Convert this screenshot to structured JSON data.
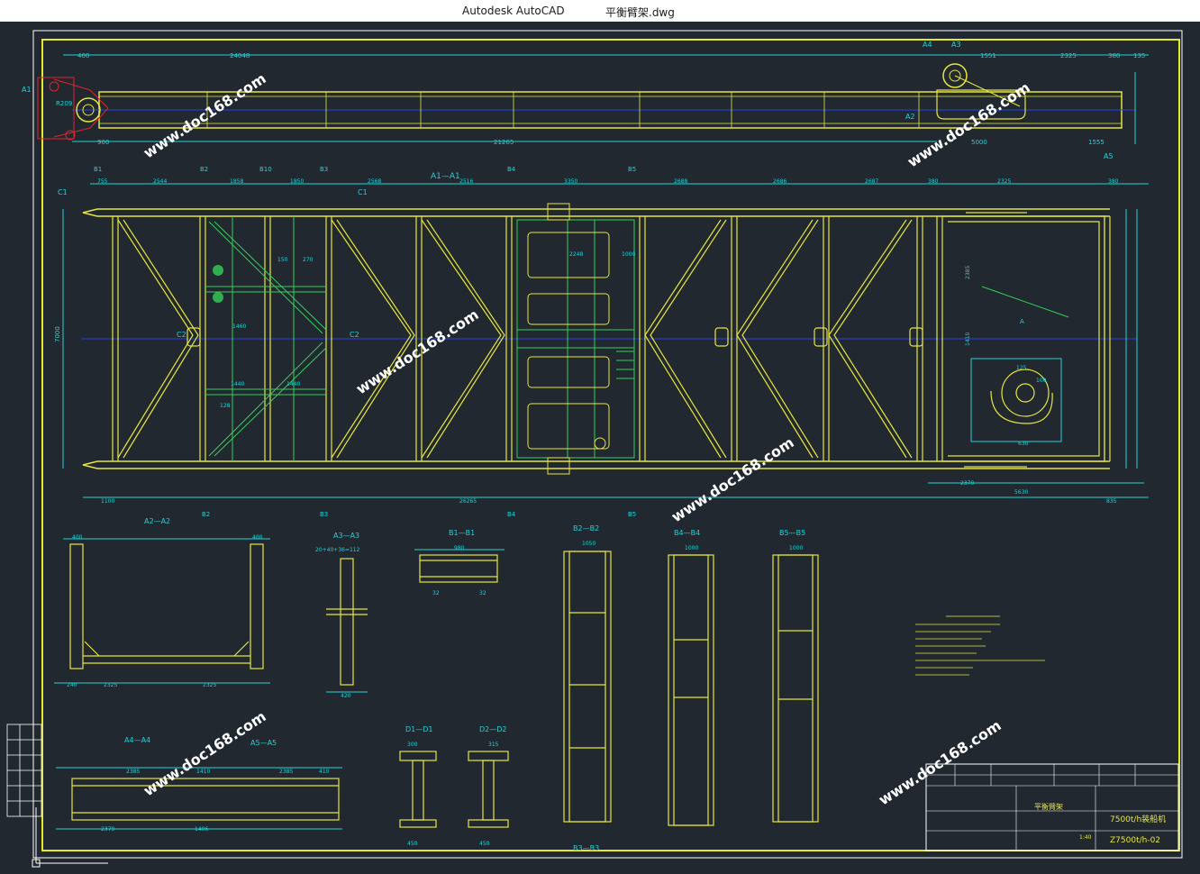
{
  "window": {
    "app_name": "Autodesk AutoCAD",
    "file_name": "平衡臂架.dwg"
  },
  "drawing": {
    "top_view": {
      "labels": {
        "a1": "A1",
        "a2": "A2",
        "a3": "A3",
        "a4": "A4",
        "a5": "A5"
      },
      "dims": {
        "overall": "24048",
        "lower": "21265",
        "left_900": "900",
        "left_400": "400",
        "d_1551": "1551",
        "d_2325": "2325",
        "d_380": "380",
        "d_135": "135",
        "d_5000": "5000",
        "d_1555": "1555",
        "r209": "R209"
      }
    },
    "plan_view": {
      "title": "A1—A1",
      "sections": [
        "B1",
        "B2",
        "B10",
        "B3",
        "B4",
        "B5"
      ],
      "top_dims": [
        "755",
        "2544",
        "1858",
        "1850",
        "2568",
        "2516",
        "3350",
        "2688",
        "2686",
        "2687",
        "380",
        "2325",
        "380"
      ],
      "bottom_dims": {
        "left": "1100",
        "overall": "26265",
        "right_2370": "2370",
        "right_5630": "5630",
        "right_835": "835"
      },
      "inner_dims": {
        "d150": "150",
        "d270": "270",
        "d1460": "1460",
        "d1440a": "1440",
        "d1440b": "1440",
        "d128": "128",
        "d2248": "2248",
        "d1000": "1000",
        "d2385": "2385",
        "d1410": "1410",
        "d100": "100",
        "d630": "630",
        "d125": "125",
        "d7000": "7000"
      },
      "markers": {
        "c1": "C1",
        "c2": "C2",
        "a": "A",
        "bottom_labels": [
          "B2",
          "B3",
          "B4",
          "B5"
        ]
      }
    },
    "section_views": {
      "a2": {
        "title": "A2—A2",
        "d400a": "400",
        "d400b": "400",
        "d2325a": "2325",
        "d2325b": "2325",
        "d240": "240"
      },
      "a3": {
        "title": "A3—A3",
        "formula": "20+40+36=112",
        "d420": "420"
      },
      "b1": {
        "title": "B1—B1",
        "d980": "980",
        "d32a": "32",
        "d32b": "32"
      },
      "b2": {
        "title": "B2—B2",
        "d1050": "1050"
      },
      "b4": {
        "title": "B4—B4",
        "d1000": "1000"
      },
      "b5": {
        "title": "B5—B5",
        "d1000": "1000"
      },
      "b3": {
        "title": "B3—B3"
      },
      "a4": {
        "title": "A4—A4",
        "d2385": "2385",
        "d1410": "1410",
        "d2379": "2379",
        "d1406": "1406"
      },
      "a5": {
        "title": "A5—A5",
        "d2385": "2385",
        "d410": "410"
      },
      "d1": {
        "title": "D1—D1",
        "d300": "300",
        "d450": "450"
      },
      "d2": {
        "title": "D2—D2",
        "d315": "315",
        "d450": "450"
      }
    },
    "title_block": {
      "product": "7500t/h装船机",
      "drawing_number": "Z7500t/h-02",
      "part_name": "平衡臂架",
      "scale": "1:40"
    },
    "watermark": "www.doc168.com"
  },
  "colors": {
    "background": "#212830",
    "frame": "#e8e82a",
    "structure": "#e6e63c",
    "dimension": "#22d3d6",
    "centerline": "#2845e8",
    "annotation": "#34d058",
    "highlight": "#e0242c"
  }
}
